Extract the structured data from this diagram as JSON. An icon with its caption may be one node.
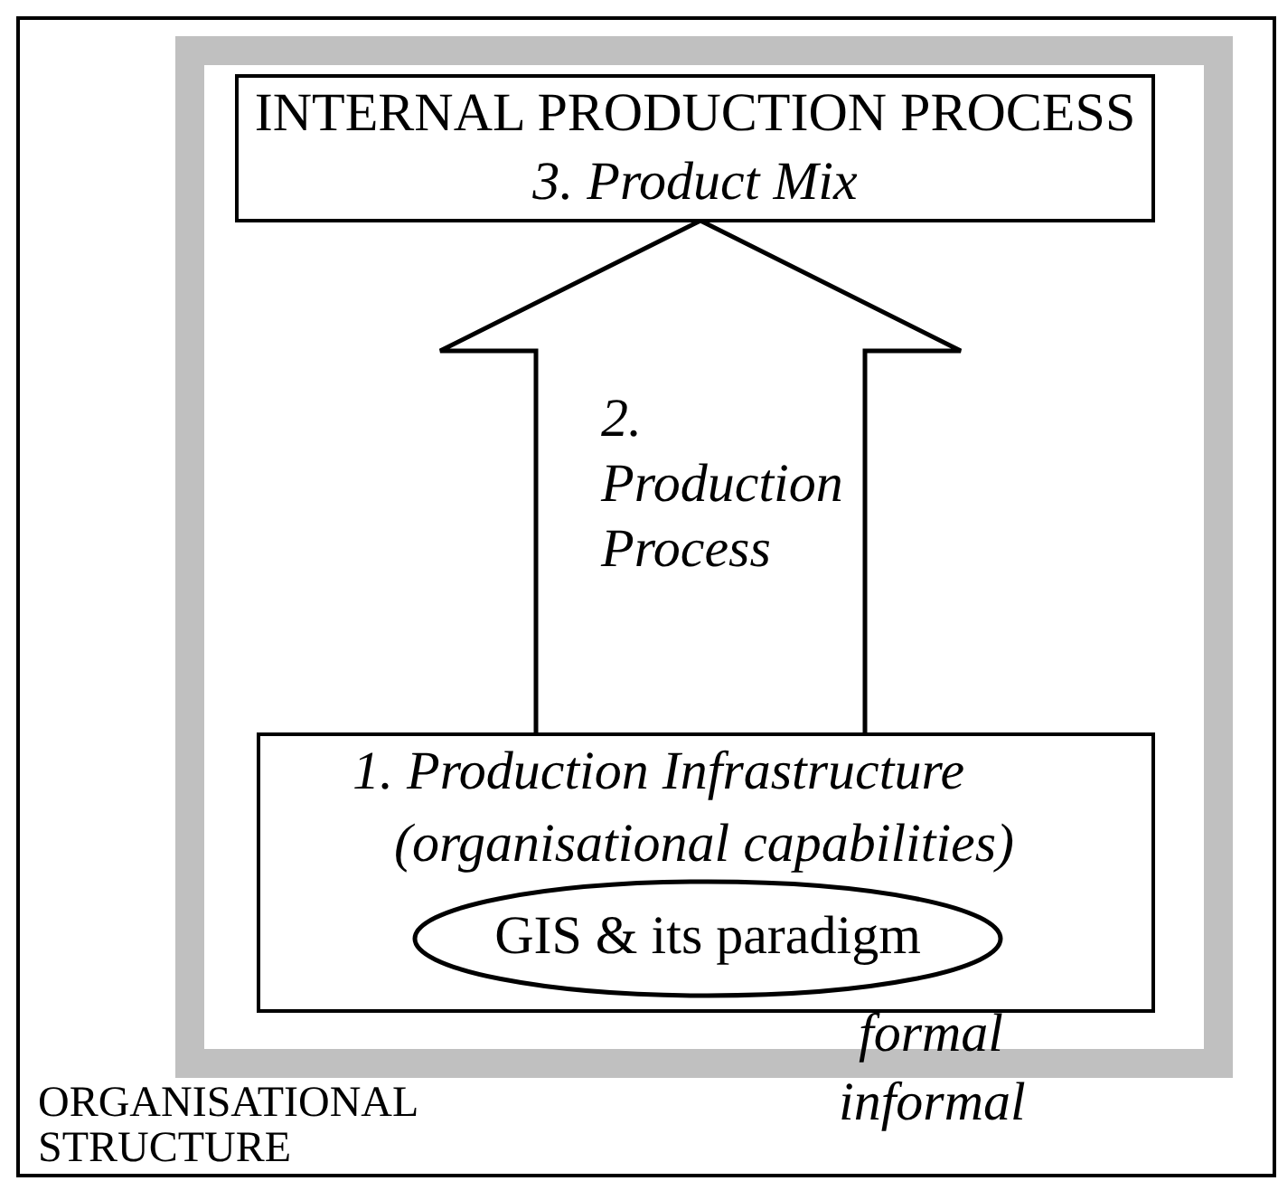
{
  "diagram": {
    "nodes": [
      {
        "text": [
          "ORGANISATIONAL STRUCTURE"
        ]
      },
      {
        "text": [
          "formal",
          "informal"
        ],
        "in": 0
      },
      {
        "text": [
          "INTERNAL PRODUCTION PROCESS",
          "3. Product Mix"
        ],
        "in": 1
      },
      {
        "text": [
          "1. Production Infrastructure",
          "(organisational capabilities)"
        ],
        "in": 1
      },
      {
        "text": [
          "GIS & its paradigm"
        ],
        "in": 3
      }
    ],
    "edges": [
      {
        "from": 3,
        "to": 2,
        "arrow": "to",
        "label": "2. Production Process",
        "style": "thick"
      }
    ]
  }
}
